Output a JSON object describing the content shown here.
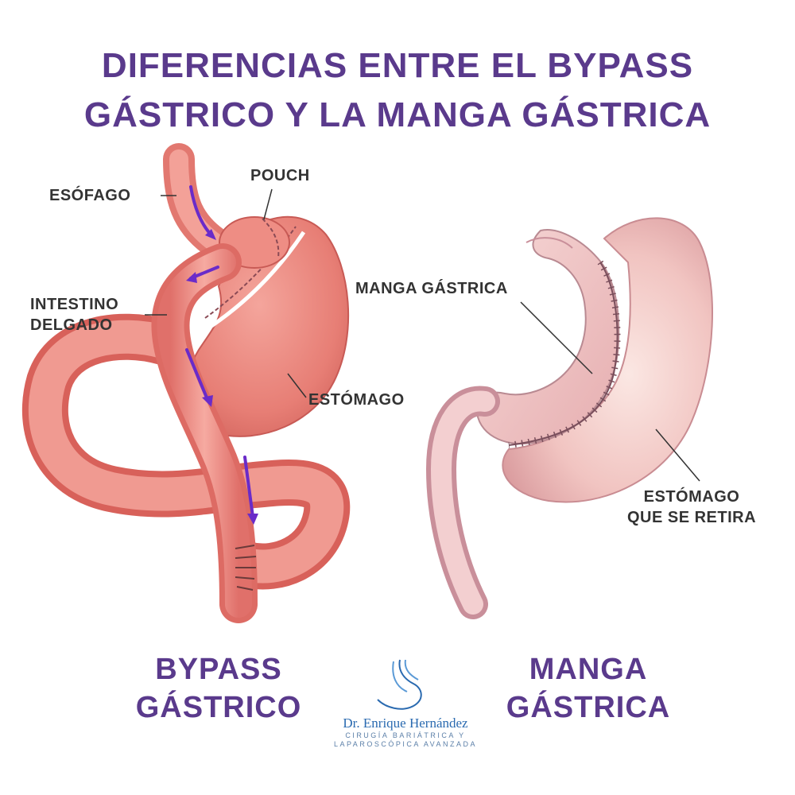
{
  "title": {
    "line1": "DIFERENCIAS ENTRE EL BYPASS",
    "line2": "GÁSTRICO Y LA MANGA GÁSTRICA"
  },
  "bypass_labels": {
    "esofago": "ESÓFAGO",
    "pouch": "POUCH",
    "intestino_1": "INTESTINO",
    "intestino_2": "DELGADO",
    "estomago": "ESTÓMAGO"
  },
  "sleeve_labels": {
    "manga": "MANGA GÁSTRICA",
    "retira_1": "ESTÓMAGO",
    "retira_2": "QUE SE RETIRA"
  },
  "bottom": {
    "bypass_1": "BYPASS",
    "bypass_2": "GÁSTRICO",
    "manga_1": "MANGA",
    "manga_2": "GÁSTRICA"
  },
  "logo": {
    "name": "Dr. Enrique Hernández",
    "sub_1": "CIRUGÍA BARIÁTRICA Y",
    "sub_2": "LAPAROSCÓPICA AVANZADA"
  },
  "colors": {
    "title": "#5a3a8c",
    "organ": "#e9857c",
    "sleeve": "#f2c6c4",
    "arrow": "#6a2bc9"
  }
}
